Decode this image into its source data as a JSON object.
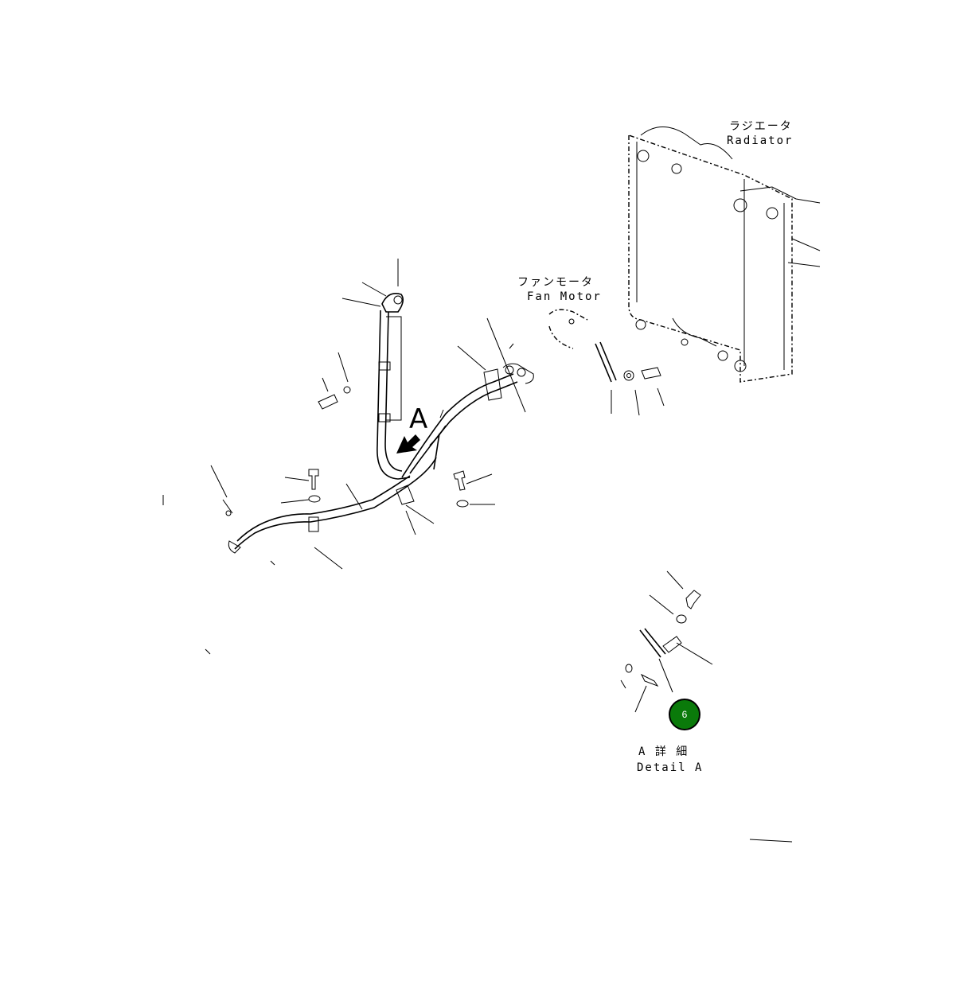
{
  "labels": {
    "radiator_jp": "ラジエータ",
    "radiator_en": "Radiator",
    "fan_motor_jp": "ファンモータ",
    "fan_motor_en": "Fan Motor",
    "view_arrow_letter": "A",
    "detail_jp": "A 詳 細",
    "detail_en": "Detail A"
  },
  "callout": {
    "number": "6",
    "color": "#0a7a0a"
  }
}
